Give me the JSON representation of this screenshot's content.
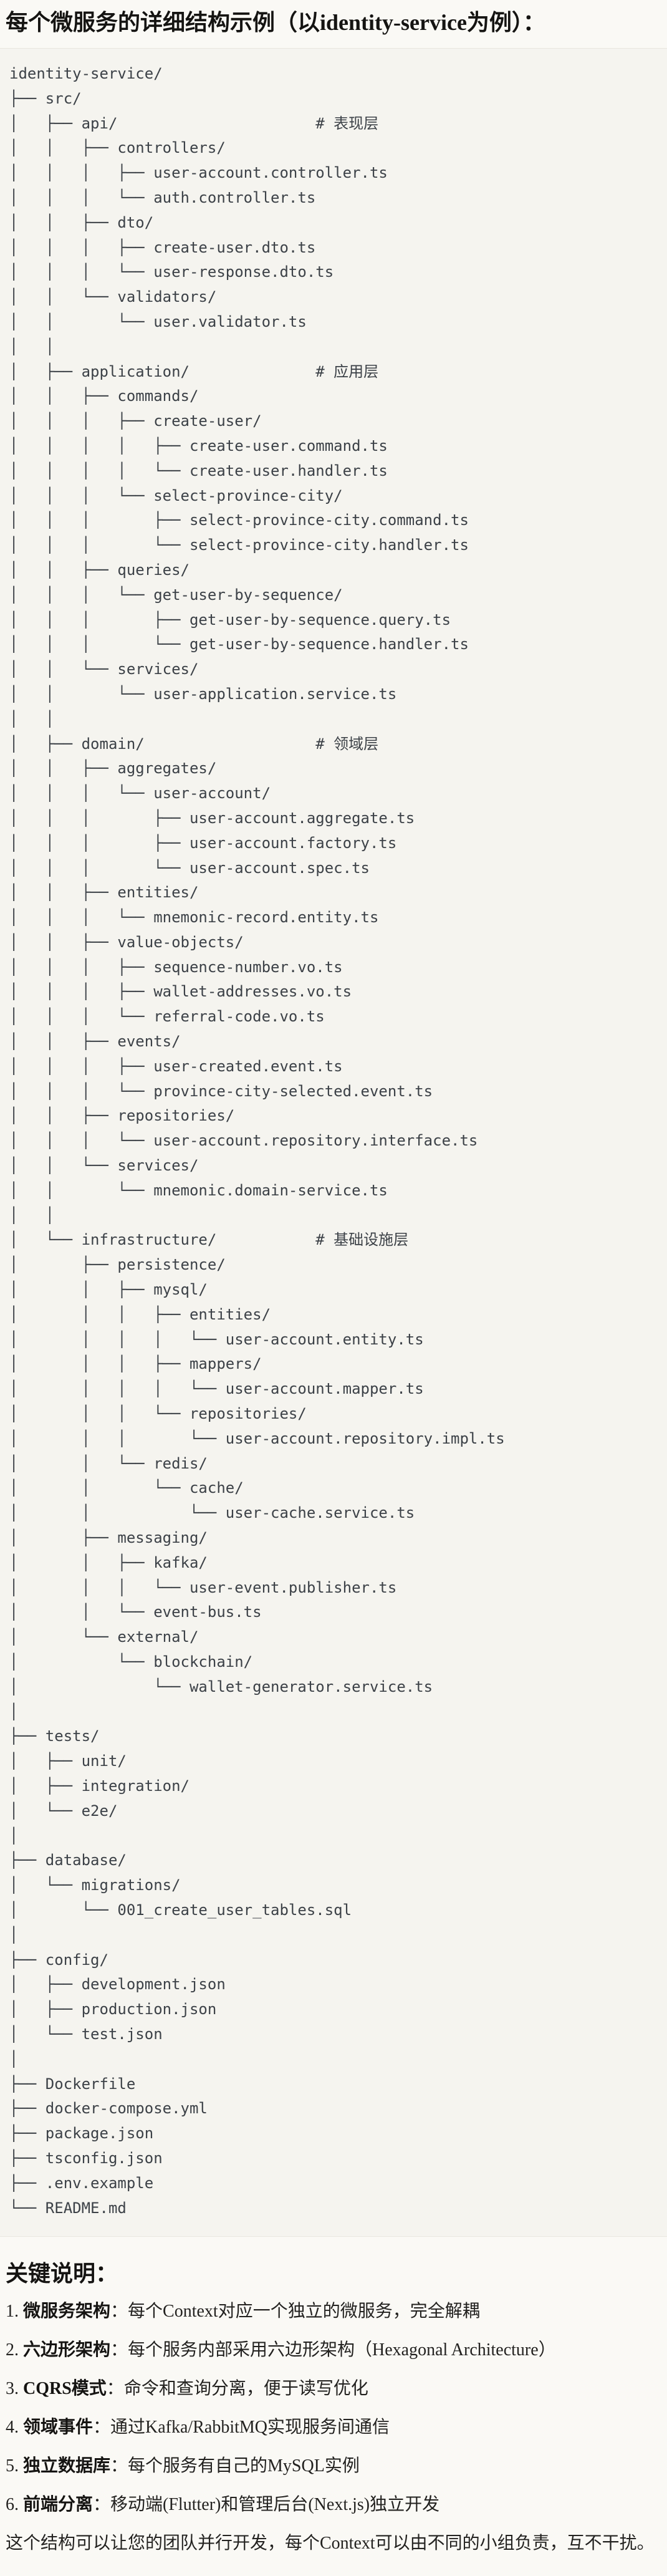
{
  "page": {
    "title": "每个微服务的详细结构示例（以identity-service为例）："
  },
  "tree": {
    "lines": [
      "identity-service/",
      "├── src/",
      "│   ├── api/                      # 表现层",
      "│   │   ├── controllers/",
      "│   │   │   ├── user-account.controller.ts",
      "│   │   │   └── auth.controller.ts",
      "│   │   ├── dto/",
      "│   │   │   ├── create-user.dto.ts",
      "│   │   │   └── user-response.dto.ts",
      "│   │   └── validators/",
      "│   │       └── user.validator.ts",
      "│   │",
      "│   ├── application/              # 应用层",
      "│   │   ├── commands/",
      "│   │   │   ├── create-user/",
      "│   │   │   │   ├── create-user.command.ts",
      "│   │   │   │   └── create-user.handler.ts",
      "│   │   │   └── select-province-city/",
      "│   │   │       ├── select-province-city.command.ts",
      "│   │   │       └── select-province-city.handler.ts",
      "│   │   ├── queries/",
      "│   │   │   └── get-user-by-sequence/",
      "│   │   │       ├── get-user-by-sequence.query.ts",
      "│   │   │       └── get-user-by-sequence.handler.ts",
      "│   │   └── services/",
      "│   │       └── user-application.service.ts",
      "│   │",
      "│   ├── domain/                   # 领域层",
      "│   │   ├── aggregates/",
      "│   │   │   └── user-account/",
      "│   │   │       ├── user-account.aggregate.ts",
      "│   │   │       ├── user-account.factory.ts",
      "│   │   │       └── user-account.spec.ts",
      "│   │   ├── entities/",
      "│   │   │   └── mnemonic-record.entity.ts",
      "│   │   ├── value-objects/",
      "│   │   │   ├── sequence-number.vo.ts",
      "│   │   │   ├── wallet-addresses.vo.ts",
      "│   │   │   └── referral-code.vo.ts",
      "│   │   ├── events/",
      "│   │   │   ├── user-created.event.ts",
      "│   │   │   └── province-city-selected.event.ts",
      "│   │   ├── repositories/",
      "│   │   │   └── user-account.repository.interface.ts",
      "│   │   └── services/",
      "│   │       └── mnemonic.domain-service.ts",
      "│   │",
      "│   └── infrastructure/           # 基础设施层",
      "│       ├── persistence/",
      "│       │   ├── mysql/",
      "│       │   │   ├── entities/",
      "│       │   │   │   └── user-account.entity.ts",
      "│       │   │   ├── mappers/",
      "│       │   │   │   └── user-account.mapper.ts",
      "│       │   │   └── repositories/",
      "│       │   │       └── user-account.repository.impl.ts",
      "│       │   └── redis/",
      "│       │       └── cache/",
      "│       │           └── user-cache.service.ts",
      "│       ├── messaging/",
      "│       │   ├── kafka/",
      "│       │   │   └── user-event.publisher.ts",
      "│       │   └── event-bus.ts",
      "│       └── external/",
      "│           └── blockchain/",
      "│               └── wallet-generator.service.ts",
      "│",
      "├── tests/",
      "│   ├── unit/",
      "│   ├── integration/",
      "│   └── e2e/",
      "│",
      "├── database/",
      "│   └── migrations/",
      "│       └── 001_create_user_tables.sql",
      "│",
      "├── config/",
      "│   ├── development.json",
      "│   ├── production.json",
      "│   └── test.json",
      "│",
      "├── Dockerfile",
      "├── docker-compose.yml",
      "├── package.json",
      "├── tsconfig.json",
      "├── .env.example",
      "└── README.md"
    ]
  },
  "notes": {
    "heading": "关键说明：",
    "items": [
      {
        "num": "1.",
        "label": "微服务架构",
        "sep": "：",
        "desc": "每个Context对应一个独立的微服务，完全解耦"
      },
      {
        "num": "2.",
        "label": "六边形架构",
        "sep": "：",
        "desc": "每个服务内部采用六边形架构（Hexagonal Architecture）"
      },
      {
        "num": "3.",
        "label": "CQRS模式",
        "sep": "：",
        "desc": "命令和查询分离，便于读写优化"
      },
      {
        "num": "4.",
        "label": "领域事件",
        "sep": "：",
        "desc": "通过Kafka/RabbitMQ实现服务间通信"
      },
      {
        "num": "5.",
        "label": "独立数据库",
        "sep": "：",
        "desc": "每个服务有自己的MySQL实例"
      },
      {
        "num": "6.",
        "label": "前端分离",
        "sep": "：",
        "desc": "移动端(Flutter)和管理后台(Next.js)独立开发"
      }
    ],
    "footer": "这个结构可以让您的团队并行开发，每个Context可以由不同的小组负责，互不干扰。"
  }
}
